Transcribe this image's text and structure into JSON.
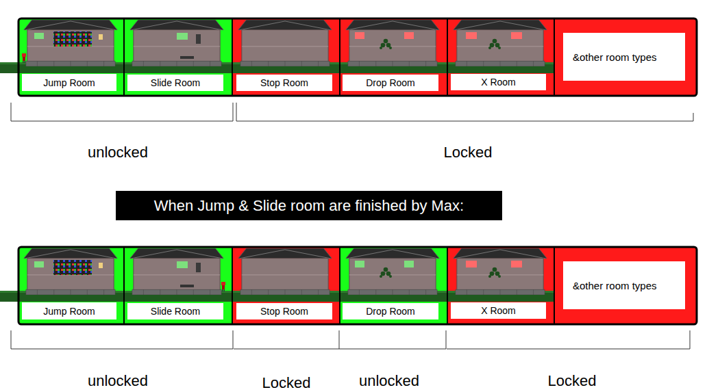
{
  "diagram": {
    "nodes": [
      {
        "text": [
          "Jump Room"
        ]
      },
      {
        "text": [
          "Slide Room"
        ]
      },
      {
        "text": [
          "Stop Room"
        ]
      },
      {
        "text": [
          "Drop Room"
        ]
      },
      {
        "text": [
          "X Room"
        ]
      },
      {
        "text": [
          "&other room types"
        ]
      },
      {
        "text": [
          "When Jump & Slide room are finished by Max:"
        ]
      },
      {
        "text": [
          "Jump Room"
        ]
      },
      {
        "text": [
          "Slide Room"
        ]
      },
      {
        "text": [
          "Stop Room"
        ]
      },
      {
        "text": [
          "Drop Room"
        ]
      },
      {
        "text": [
          "X Room"
        ]
      },
      {
        "text": [
          "&other room types"
        ]
      }
    ],
    "labels": [
      "unlocked",
      "Locked",
      "unlocked",
      "Locked",
      "unlocked",
      "Locked"
    ]
  }
}
